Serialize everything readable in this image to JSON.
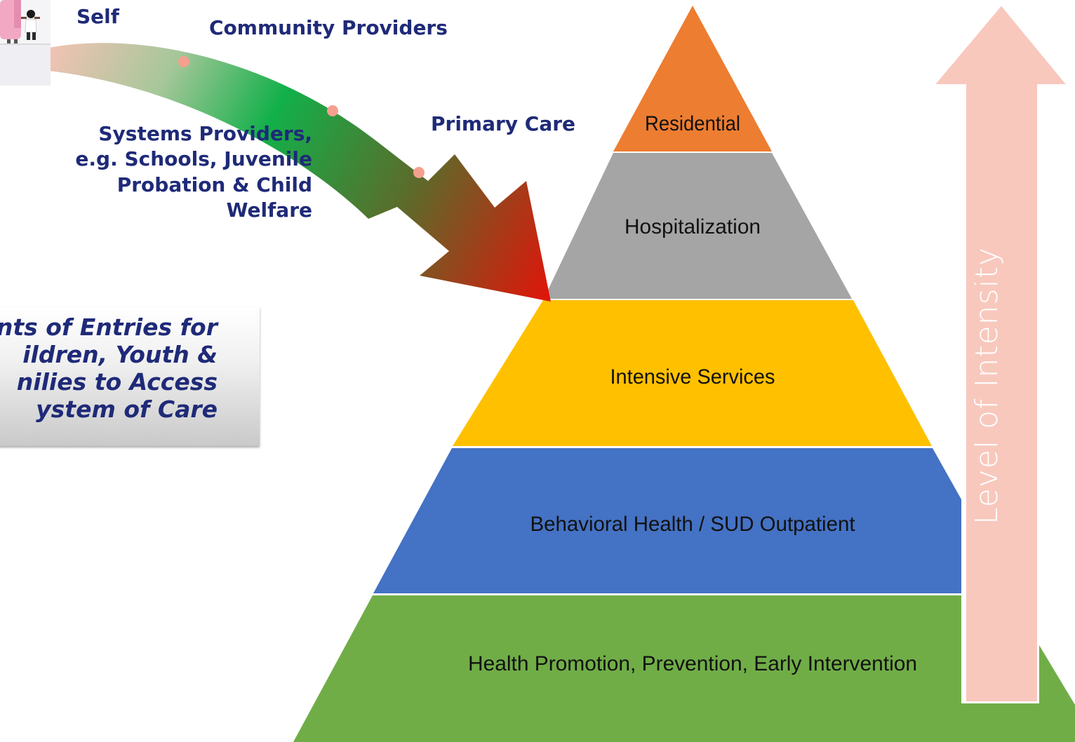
{
  "colors": {
    "residential": "#ed7d31",
    "hospitalization": "#a5a5a5",
    "intensive": "#ffc000",
    "outpatient": "#4472c4",
    "promotion": "#70ad47",
    "intensity_arrow": "#f8c8bd",
    "label_text": "#1f2a78"
  },
  "pyramid": {
    "tiers": [
      {
        "key": "residential",
        "label": "Residential"
      },
      {
        "key": "hospitalization",
        "label": "Hospitalization"
      },
      {
        "key": "intensive",
        "label": "Intensive Services"
      },
      {
        "key": "outpatient",
        "label": "Behavioral Health / SUD Outpatient"
      },
      {
        "key": "promotion",
        "label": "Health Promotion, Prevention, Early Intervention"
      }
    ]
  },
  "entry_points": {
    "self": "Self",
    "community": "Community Providers",
    "primary_care": "Primary Care",
    "systems": "Systems Providers,\ne.g. Schools, Juvenile\nProbation & Child\nWelfare"
  },
  "title_box": "nts of Entries for\nildren, Youth &\nnilies to Access\nystem of Care",
  "intensity_axis": "Level of Intensity",
  "icons": {
    "family": "family-illustration-icon"
  }
}
